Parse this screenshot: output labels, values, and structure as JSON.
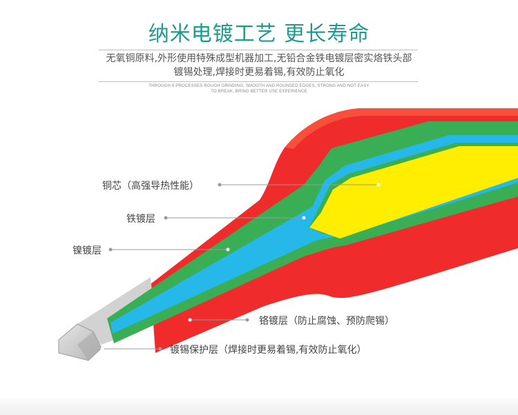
{
  "header": {
    "title": "纳米电镀工艺 更长寿命",
    "desc_line1": "无氧铜原料,外形使用特殊成型机器加工,无铅合金铁电镀层密实烙铁头部",
    "desc_line2": "镀锡处理,焊接时更易着锡,有效防止氧化",
    "english_line1": "THROUGH 8 PROCESSES ROUGH GRINDING, SMOOTH AND ROUNDED EDGES, STRONG AND NOT EASY",
    "english_line2": "TO BREAK, BRING BETTER USE EXPERIENCE"
  },
  "layers": [
    {
      "id": "copper",
      "label": "铜芯（高强导热性能）",
      "color": "#ffee00"
    },
    {
      "id": "iron",
      "label": "铁镀层",
      "color": "#27b8ea"
    },
    {
      "id": "nickel",
      "label": "镍镀层",
      "color": "#3aae55"
    },
    {
      "id": "chrome",
      "label": "铬镀层（防止腐蚀、预防爬锡）",
      "color": "#f02b2b"
    },
    {
      "id": "tin",
      "label": "镀锡保护层（焊接时更易着锡,有效防止氧化）",
      "color": "#c9c9c9"
    }
  ],
  "colors": {
    "title": "#1f9a8c",
    "text": "#444444",
    "leader": "#999999"
  }
}
